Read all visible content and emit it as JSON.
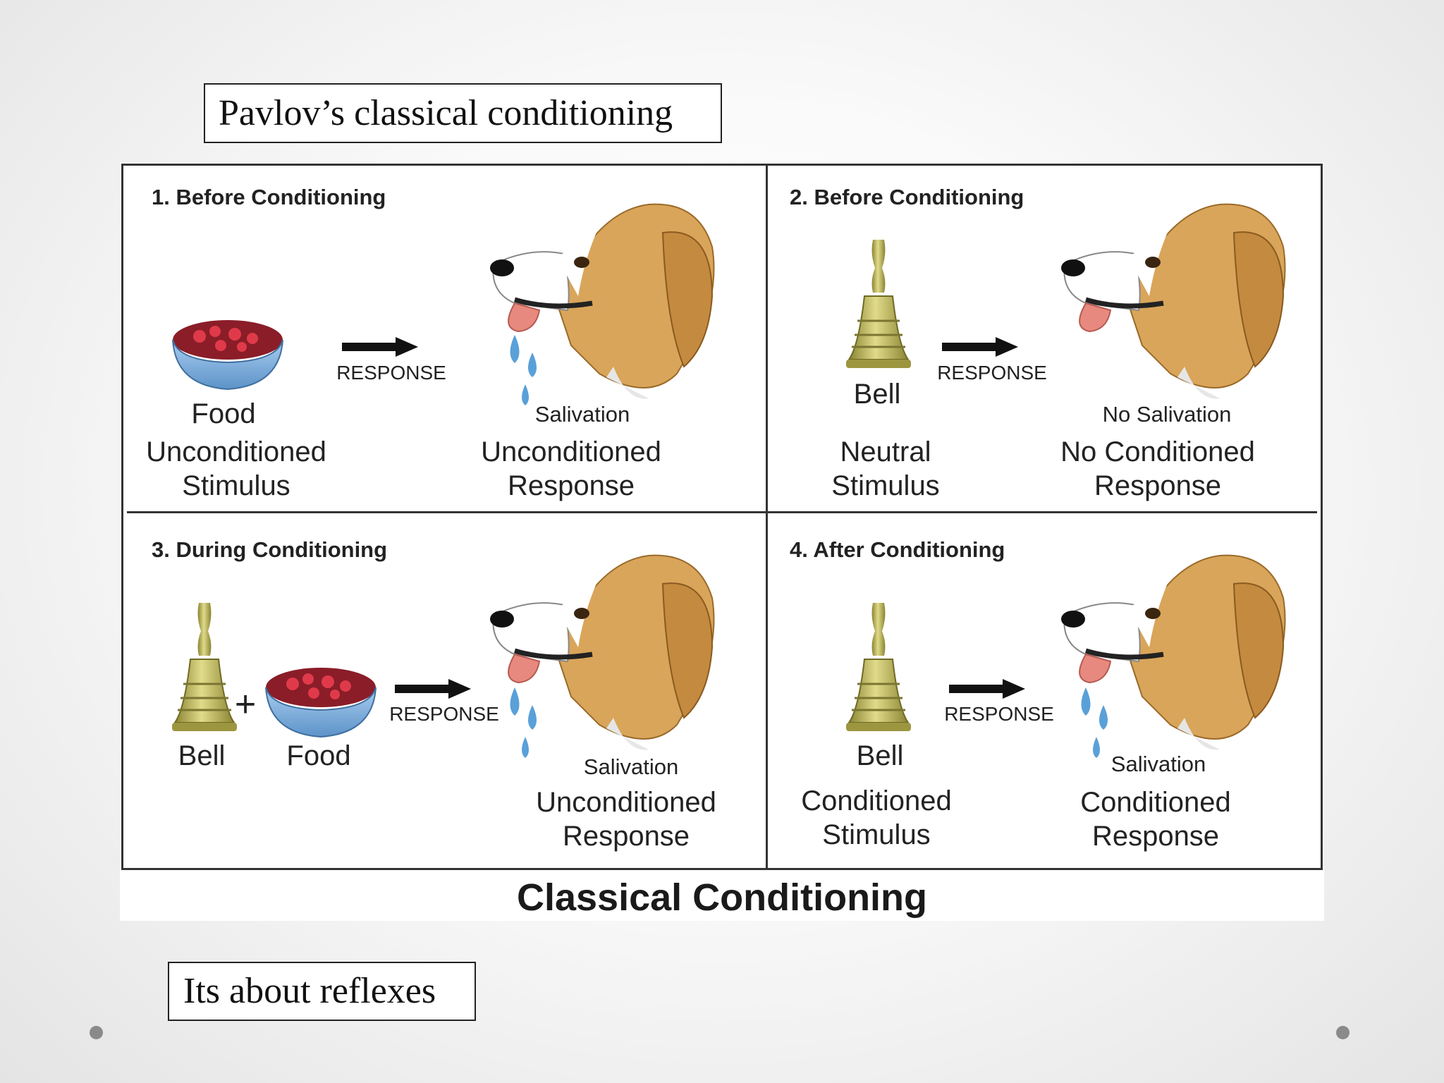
{
  "slide": {
    "title": "Pavlov’s classical conditioning",
    "note": "Its about reflexes"
  },
  "figure": {
    "caption": "Classical Conditioning",
    "response_label": "RESPONSE",
    "plus_sign": "+",
    "panels": [
      {
        "title": "1. Before Conditioning",
        "stimulus_object": "Food",
        "stimulus_type": [
          "Unconditioned",
          "Stimulus"
        ],
        "dog_state": "Salivation",
        "response_type": [
          "Unconditioned",
          "Response"
        ]
      },
      {
        "title": "2. Before Conditioning",
        "stimulus_object": "Bell",
        "stimulus_type": [
          "Neutral",
          "Stimulus"
        ],
        "dog_state": "No Salivation",
        "response_type": [
          "No Conditioned",
          "Response"
        ]
      },
      {
        "title": "3. During Conditioning",
        "stimulus_objects": [
          "Bell",
          "Food"
        ],
        "dog_state": "Salivation",
        "response_type": [
          "Unconditioned",
          "Response"
        ]
      },
      {
        "title": "4. After Conditioning",
        "stimulus_object": "Bell",
        "stimulus_type": [
          "Conditioned",
          "Stimulus"
        ],
        "dog_state": "Salivation",
        "response_type": [
          "Conditioned",
          "Response"
        ]
      }
    ]
  },
  "colors": {
    "dog_fur": "#d9a55a",
    "bell_gold": "#b5ad52",
    "bowl_blue": "#7fb2e0",
    "food_red": "#c8283a",
    "drop_blue": "#5aa0d8"
  }
}
